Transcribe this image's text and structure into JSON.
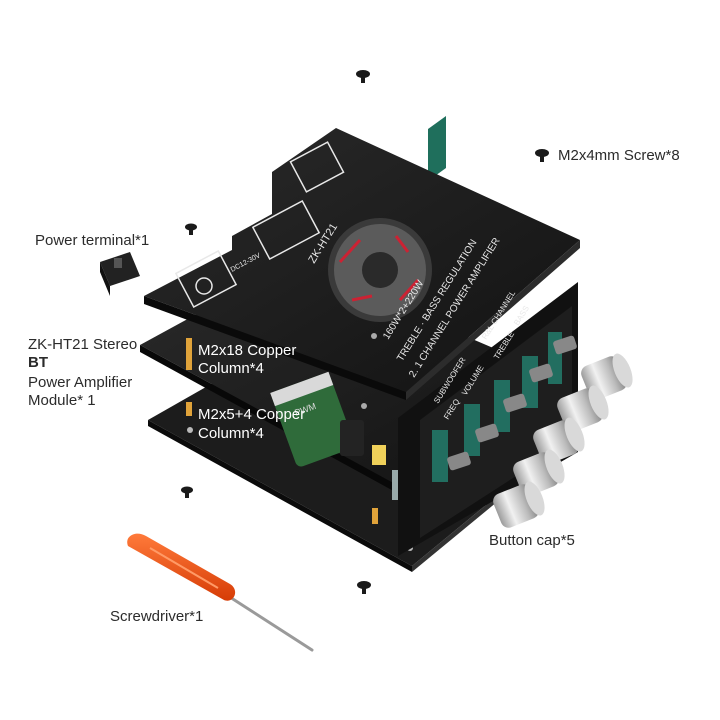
{
  "labels": {
    "screw": "M2x4mm Screw*8",
    "power_terminal": "Power terminal*1",
    "module_line1": "ZK-HT21 Stereo",
    "module_line2": "BT",
    "module_line3": "Power Amplifier",
    "module_line4": "Module* 1",
    "copper18_line1": "M2x18 Copper",
    "copper18_line2": "Column*4",
    "copper5_line1": "M2x5+4 Copper",
    "copper5_line2": "Column*4",
    "button_cap": "Button cap*5",
    "screwdriver": "Screwdriver*1"
  },
  "board": {
    "model": "ZK-HT21",
    "spec_line1": "160W*2+220W",
    "spec_line2": "TREBLE · BASS REGULATION",
    "spec_line3": "2. 1 CHANNEL POWER AMPLIFIER",
    "tag_subwoofer": "SUBWOOFER",
    "tag_rl_channel": "R&L CHANNEL",
    "knob_freq": "FREQ",
    "knob_volume": "VOLUME",
    "knob_treble": "TREBLE",
    "knob_bass": "BASS",
    "input_label": "DC12-30V",
    "cap_label": "PWM"
  },
  "colors": {
    "pcb": "#1a1a1a",
    "silkscreen": "#e8e8e8",
    "screwdriver_handle": "#ee4d12",
    "capacitor": "#2f6b3a",
    "knob": "#c9c9c9"
  }
}
